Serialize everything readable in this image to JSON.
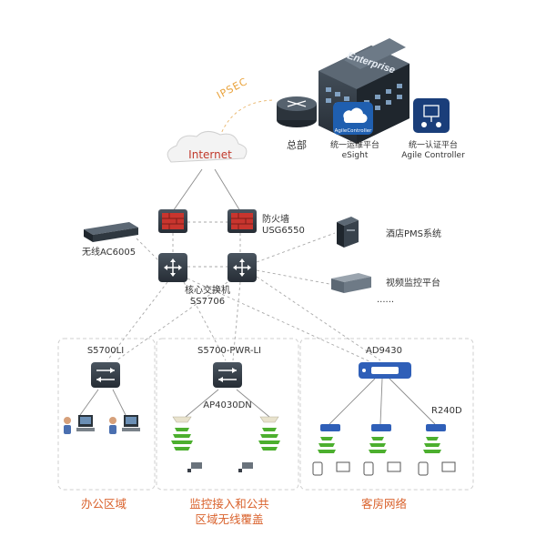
{
  "labels": {
    "ipsec": "IPSEC",
    "internet": "Internet",
    "enterprise": "Enterprise",
    "hq": "总部",
    "agile_badge": "AgileController",
    "esight_line1": "统一运维平台",
    "esight_line2": "eSight",
    "agile_line1": "统一认证平台",
    "agile_line2": "Agile Controller",
    "firewall_line1": "防火墙",
    "firewall_line2": "USG6550",
    "wireless_ac": "无线AC6005",
    "core_line1": "核心交换机",
    "core_line2": "SS7706",
    "pms": "酒店PMS系统",
    "video": "视频监控平台",
    "ellipsis": "......",
    "s5700li": "S5700LI",
    "s5700pwr": "S5700-PWR-LI",
    "ad9430": "AD9430",
    "ap4030": "AP4030DN",
    "r240d": "R240D",
    "zone_office": "办公区域",
    "zone_monitor_line1": "监控接入和公共",
    "zone_monitor_line2": "区域无线覆盖",
    "zone_guest": "客房网络"
  },
  "colors": {
    "zone_text": "#d9612b",
    "ipsec_text": "#e9a23a",
    "device_dark": "#3c4650",
    "firewall_red": "#c8352e",
    "wifi_green": "#4caf2e",
    "ap_blue": "#2f5fb8",
    "link_dash": "#9a9a9a"
  }
}
